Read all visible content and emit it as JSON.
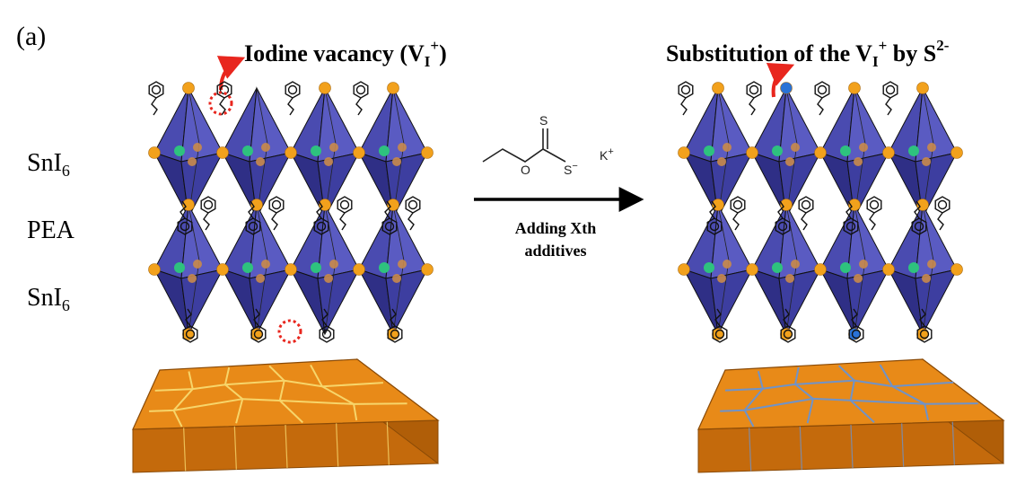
{
  "panel_label": "(a)",
  "left": {
    "title": {
      "main": "Iodine vacancy (V",
      "sub": "I",
      "sup": "+",
      "close": ")"
    },
    "labels": {
      "top_layer": "SnI",
      "top_layer_sub": "6",
      "spacer": "PEA",
      "bottom_layer": "SnI",
      "bottom_layer_sub": "6"
    }
  },
  "right": {
    "title": {
      "main": "Substitution of the V",
      "sub": "I",
      "sup": "+",
      "mid": " by S",
      "sup2": "2-"
    }
  },
  "reaction": {
    "molecule_atoms": {
      "sulfur_top": "S",
      "oxygen": "O",
      "sulfur_anion": "S",
      "anion_charge": "−",
      "counterion": "K",
      "counterion_charge": "+"
    },
    "arrow_label_line1": "Adding Xth",
    "arrow_label_line2": "additives"
  },
  "colors": {
    "octahedron": "#4a4bb0",
    "octahedron_dark": "#2f2f86",
    "iodide": "#f2a11c",
    "tin_center": "#2ec27e",
    "vacancy_marker": "#e8261e",
    "sulfide": "#2a72d6",
    "film_top": "#e88a18",
    "film_side": "#c46a0c",
    "left_grain_boundary": "#f7d56a",
    "right_grain_boundary": "#6f93c9"
  }
}
